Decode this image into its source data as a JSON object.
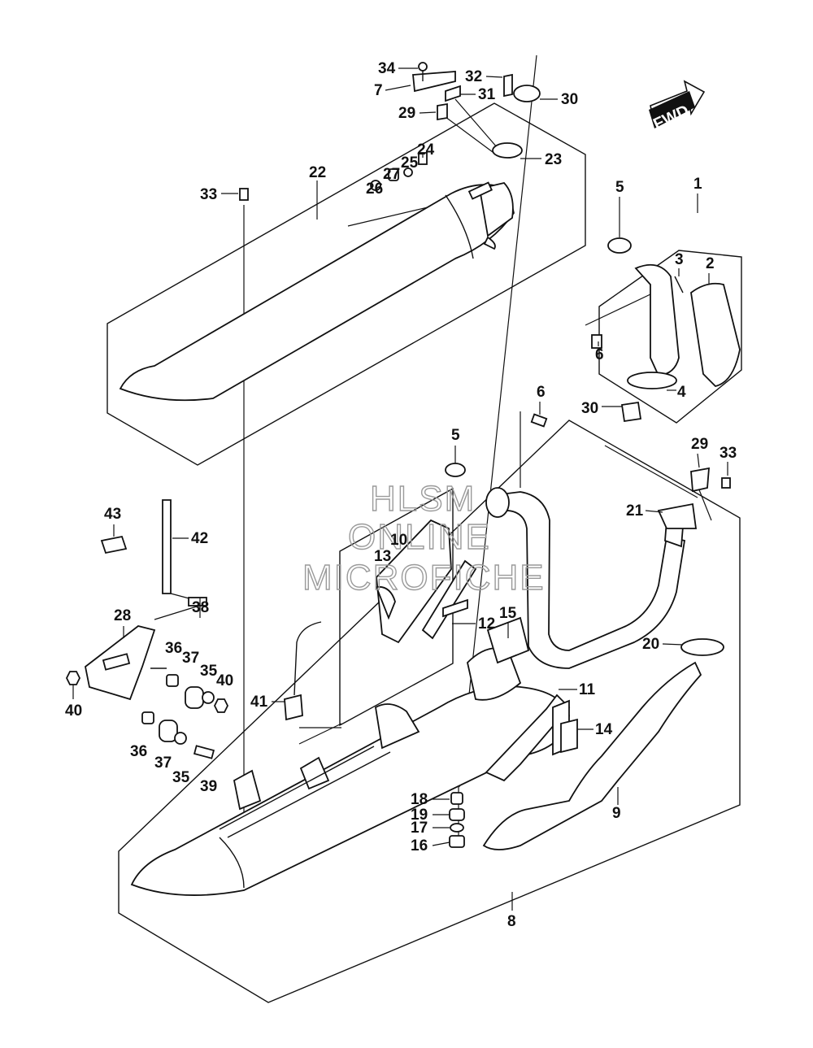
{
  "diagram": {
    "callouts": [
      {
        "id": "c34",
        "text": "34"
      },
      {
        "id": "c32",
        "text": "32"
      },
      {
        "id": "c7",
        "text": "7"
      },
      {
        "id": "c31",
        "text": "31"
      },
      {
        "id": "c30a",
        "text": "30"
      },
      {
        "id": "c29a",
        "text": "29"
      },
      {
        "id": "c24",
        "text": "24"
      },
      {
        "id": "c23",
        "text": "23"
      },
      {
        "id": "c22",
        "text": "22"
      },
      {
        "id": "c27",
        "text": "27"
      },
      {
        "id": "c25",
        "text": "25"
      },
      {
        "id": "c26",
        "text": "26"
      },
      {
        "id": "c33a",
        "text": "33"
      },
      {
        "id": "c1",
        "text": "1"
      },
      {
        "id": "c5a",
        "text": "5"
      },
      {
        "id": "c3",
        "text": "3"
      },
      {
        "id": "c2",
        "text": "2"
      },
      {
        "id": "c6a",
        "text": "6"
      },
      {
        "id": "c4",
        "text": "4"
      },
      {
        "id": "c6b",
        "text": "6"
      },
      {
        "id": "c30b",
        "text": "30"
      },
      {
        "id": "c5b",
        "text": "5"
      },
      {
        "id": "c29b",
        "text": "29"
      },
      {
        "id": "c33b",
        "text": "33"
      },
      {
        "id": "c21",
        "text": "21"
      },
      {
        "id": "c43",
        "text": "43"
      },
      {
        "id": "c42",
        "text": "42"
      },
      {
        "id": "c10",
        "text": "10"
      },
      {
        "id": "c13",
        "text": "13"
      },
      {
        "id": "c38",
        "text": "38"
      },
      {
        "id": "c28",
        "text": "28"
      },
      {
        "id": "c12",
        "text": "12"
      },
      {
        "id": "c15",
        "text": "15"
      },
      {
        "id": "c20",
        "text": "20"
      },
      {
        "id": "c36a",
        "text": "36"
      },
      {
        "id": "c37a",
        "text": "37"
      },
      {
        "id": "c35a",
        "text": "35"
      },
      {
        "id": "c40a",
        "text": "40"
      },
      {
        "id": "c40b",
        "text": "40"
      },
      {
        "id": "c41",
        "text": "41"
      },
      {
        "id": "c11",
        "text": "11"
      },
      {
        "id": "c14",
        "text": "14"
      },
      {
        "id": "c36b",
        "text": "36"
      },
      {
        "id": "c37b",
        "text": "37"
      },
      {
        "id": "c35b",
        "text": "35"
      },
      {
        "id": "c39",
        "text": "39"
      },
      {
        "id": "c18",
        "text": "18"
      },
      {
        "id": "c19",
        "text": "19"
      },
      {
        "id": "c17",
        "text": "17"
      },
      {
        "id": "c16",
        "text": "16"
      },
      {
        "id": "c9",
        "text": "9"
      },
      {
        "id": "c8",
        "text": "8"
      }
    ],
    "fwd_label": "FWD",
    "watermark": {
      "line1": "HLSM",
      "line2": "ONLINE",
      "line3": "MICROFICHE"
    }
  }
}
